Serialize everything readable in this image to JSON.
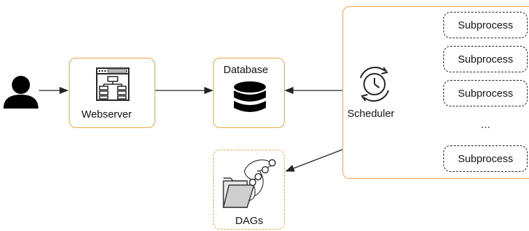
{
  "nodes": {
    "user": {
      "icon": "user-icon"
    },
    "webserver": {
      "label": "Webserver",
      "icon": "web-page-layout-icon"
    },
    "database": {
      "label": "Database",
      "icon": "database-icon"
    },
    "scheduler": {
      "label": "Scheduler",
      "icon": "clock-cycle-icon"
    },
    "dags": {
      "label": "DAGs",
      "icon": "folder-graph-icon"
    },
    "subprocesses": [
      "Subprocess",
      "Subprocess",
      "Subprocess",
      "Subprocess"
    ],
    "ellipsis": "…"
  },
  "colors": {
    "accent": "#f0a443",
    "line": "#222222"
  }
}
